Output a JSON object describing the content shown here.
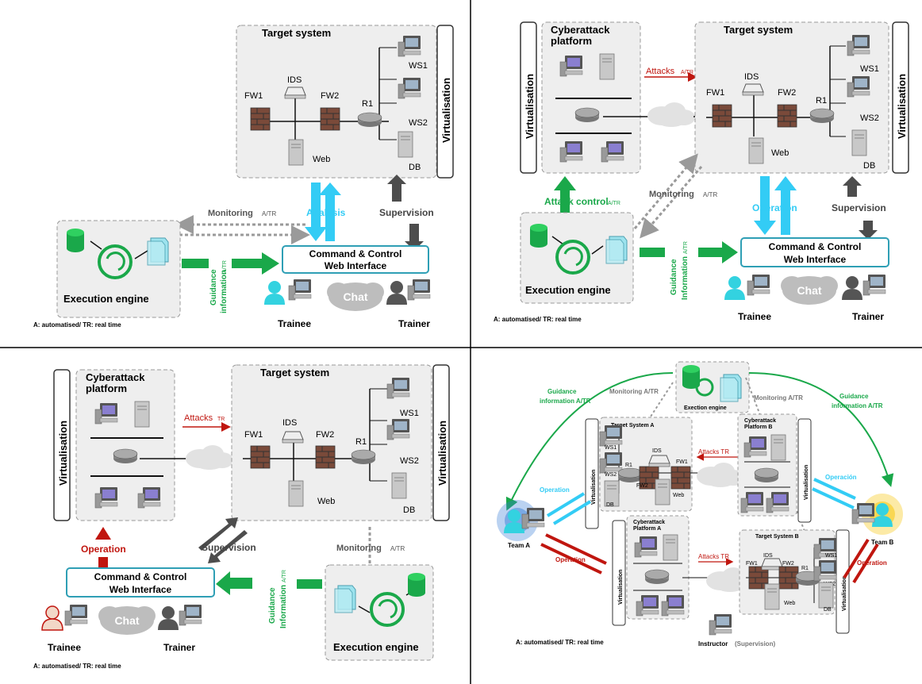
{
  "panels": {
    "p1": {
      "target_system": "Target system",
      "virtualisation": "Virtualisation",
      "ids": "IDS",
      "fw1": "FW1",
      "fw2": "FW2",
      "r1": "R1",
      "ws1": "WS1",
      "ws2": "WS2",
      "web": "Web",
      "db": "DB",
      "monitoring": "Monitoring",
      "monitoring_sub": "A/TR",
      "analysis": "Analysis",
      "supervision": "Supervision",
      "cc_line1": "Command & Control",
      "cc_line2": "Web Interface",
      "guidance_line1": "Guidance",
      "guidance_line2": "information",
      "guidance_sub": "A/TR",
      "execution_engine": "Execution engine",
      "chat": "Chat",
      "trainee": "Trainee",
      "trainer": "Trainer",
      "footnote": "A: automatised/ TR: real time"
    },
    "p2": {
      "cyberattack_line1": "Cyberattack",
      "cyberattack_line2": "platform",
      "target_system": "Target system",
      "virtualisation_left": "Virtualisation",
      "virtualisation_right": "Virtualisation",
      "attacks": "Attacks",
      "attacks_sub": "A/TR",
      "ids": "IDS",
      "fw1": "FW1",
      "fw2": "FW2",
      "r1": "R1",
      "ws1": "WS1",
      "ws2": "WS2",
      "web": "Web",
      "db": "DB",
      "attack_control": "Attack control",
      "attack_control_sub": "A/TR",
      "monitoring": "Monitoring",
      "monitoring_sub": "A/TR",
      "operation": "Operation",
      "supervision": "Supervision",
      "cc_line1": "Command & Control",
      "cc_line2": "Web Interface",
      "guidance_line1": "Guidance",
      "guidance_line2": "Information",
      "guidance_sub": "A/TR",
      "execution_engine": "Execution engine",
      "chat": "Chat",
      "trainee": "Trainee",
      "trainer": "Trainer",
      "footnote": "A: automatised/ TR: real time"
    },
    "p3": {
      "cyberattack_line1": "Cyberattack",
      "cyberattack_line2": "platform",
      "target_system": "Target system",
      "virtualisation_left": "Virtualisation",
      "virtualisation_right": "Virtualisation",
      "attacks": "Attacks",
      "attacks_sub": "TR",
      "ids": "IDS",
      "fw1": "FW1",
      "fw2": "FW2",
      "r1": "R1",
      "ws1": "WS1",
      "ws2": "WS2",
      "web": "Web",
      "db": "DB",
      "operation": "Operation",
      "supervision": "Supervision",
      "monitoring": "Monitoring",
      "monitoring_sub": "A/TR",
      "cc_line1": "Command & Control",
      "cc_line2": "Web Interface",
      "guidance_line1": "Guidance",
      "guidance_line2": "Information",
      "guidance_sub": "A/TR",
      "execution_engine": "Execution engine",
      "chat": "Chat",
      "trainee": "Trainee",
      "trainer": "Trainer",
      "footnote": "A: automatised/ TR: real time"
    },
    "p4": {
      "execution_engine": "Exection engine",
      "guidance_left_1": "Guidance",
      "guidance_left_2": "information A/TR",
      "guidance_right_1": "Guidance",
      "guidance_right_2": "information A/TR",
      "monitoring_left": "Monitoring A/TR",
      "monitoring_right": "Monitoring A/TR",
      "target_a": "Target System A",
      "cyber_b_1": "Cyberattack",
      "cyber_b_2": "Platform B",
      "cyber_a_1": "Cyberattack",
      "cyber_a_2": "Platform A",
      "target_b": "Target System B",
      "virtualisation": "Virtualisation",
      "attacks_top": "Attacks TR",
      "attacks_bottom": "Attacks TR",
      "idsA": "IDS",
      "fw1A": "FW1",
      "fw2A": "FW2",
      "r1A": "R1",
      "ws1A": "WS1",
      "ws2A": "WS2",
      "dbA": "DB",
      "webA": "Web",
      "idsB": "IDS",
      "fw1B": "FW1",
      "fw2B": "FW2",
      "r1B": "R1",
      "ws1B": "WS1",
      "ws2B": "WS2",
      "dbB": "DB",
      "webB": "Web",
      "operation_left": "Operation",
      "operation_right": "Operación",
      "operation_left_red": "Operation",
      "operation_right_red": "Operation",
      "team_a": "Team A",
      "team_b": "Team B",
      "instructor": "Instructor",
      "instructor_sub": "(Supervision)",
      "footnote": "A: automatised/ TR: real time"
    }
  },
  "colors": {
    "green": "#1aa84a",
    "cyan": "#33ccf5",
    "dark_arrow": "#4d4d4d",
    "red": "#c0160f",
    "dotted": "#9a9a9a",
    "box_fill": "#eeeeee",
    "cc_border": "#2f9fb5"
  }
}
